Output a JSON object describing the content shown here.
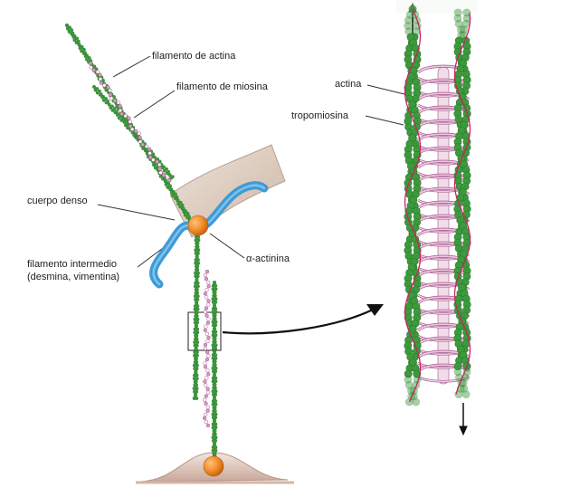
{
  "labels": {
    "actin_filament": "filamento de actina",
    "myosin_filament": "filamento de miosina",
    "dense_body": "cuerpo denso",
    "intermediate_filament_line1": "filamento intermedio",
    "intermediate_filament_line2": "(desmina, vimentina)",
    "alpha_actinin": "α-actinina",
    "actin": "actina",
    "tropomyosin": "tropomiosina"
  },
  "colors": {
    "actin_green": "#3c9a3c",
    "actin_dark": "#2d7a2d",
    "myosin_pink": "#d79cc4",
    "myosin_dark": "#a0588c",
    "tropomyosin_red": "#cc2266",
    "intermediate_blue": "#3f9bd6",
    "dense_body_orange": "#f08a24",
    "membrane_tan": "#d8c4b4"
  },
  "icons": {
    "zoom_arrow": "curved-arrow-icon",
    "arrow_up": "arrow-up-icon",
    "arrow_down": "arrow-down-icon"
  }
}
